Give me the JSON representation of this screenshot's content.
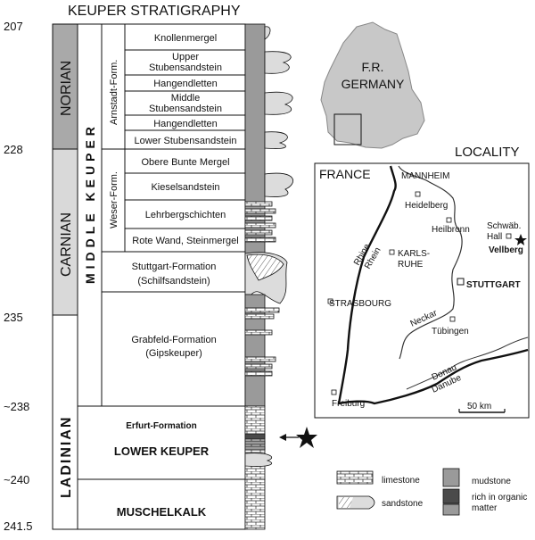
{
  "title": "KEUPER STRATIGRAPHY",
  "ages": [
    "207",
    "228",
    "235",
    "~238",
    "~240",
    "241.5"
  ],
  "stages": [
    "NORIAN",
    "CARNIAN",
    "LADINIAN"
  ],
  "middle_keuper": "MIDDLE KEUPER",
  "formations": {
    "arnstadt": "Arnstadt-Form.",
    "weser": "Weser-Form."
  },
  "units": {
    "knollenmergel": "Knollenmergel",
    "upper_stuben_1": "Upper",
    "upper_stuben_2": "Stubensandstein",
    "hangendletten_1": "Hangendletten",
    "middle_stuben_1": "Middle",
    "middle_stuben_2": "Stubensandstein",
    "hangendletten_2": "Hangendletten",
    "lower_stuben": "Lower Stubensandstein",
    "obere_bunte": "Obere Bunte Mergel",
    "kieselsandstein": "Kieselsandstein",
    "lehrberg": "Lehrbergschichten",
    "rote_wand": "Rote Wand, Steinmergel",
    "stuttgart_1": "Stuttgart-Formation",
    "stuttgart_2": "(Schilfsandstein)",
    "grabfeld_1": "Grabfeld-Formation",
    "grabfeld_2": "(Gipskeuper)",
    "erfurt": "Erfurt-Formation",
    "lower_keuper": "LOWER KEUPER",
    "muschelkalk": "MUSCHELKALK"
  },
  "germany_label_1": "F.R.",
  "germany_label_2": "GERMANY",
  "locality": {
    "title": "LOCALITY",
    "country": "FRANCE",
    "places": {
      "mannheim": "MANNHEIM",
      "heidelberg": "Heidelberg",
      "heilbronn": "Heilbronn",
      "schwab_1": "Schwäb.",
      "schwab_2": "Hall",
      "vellberg": "Vellberg",
      "karlsruhe_1": "KARLS-",
      "karlsruhe_2": "RUHE",
      "stuttgart": "STUTTGART",
      "strasbourg": "STRASBOURG",
      "tubingen": "Tübingen",
      "freiburg": "Freiburg"
    },
    "rivers": {
      "rhine": "Rhine",
      "rhein": "Rhein",
      "neckar": "Neckar",
      "donau": "Donau",
      "danube": "Danube"
    },
    "scale": "50 km"
  },
  "legend": {
    "limestone": "limestone",
    "sandstone": "sandstone",
    "mudstone": "mudstone",
    "organic_1": "rich in organic",
    "organic_2": "matter"
  },
  "colors": {
    "norian_fill": "#a9a9a9",
    "carnian_fill": "#d9d9d9",
    "mudstone_fill": "#9a9a9a",
    "sandstone_fill": "#dcdcdc",
    "organic_fill": "#4a4a4a",
    "germany_fill": "#c8c8c8"
  }
}
